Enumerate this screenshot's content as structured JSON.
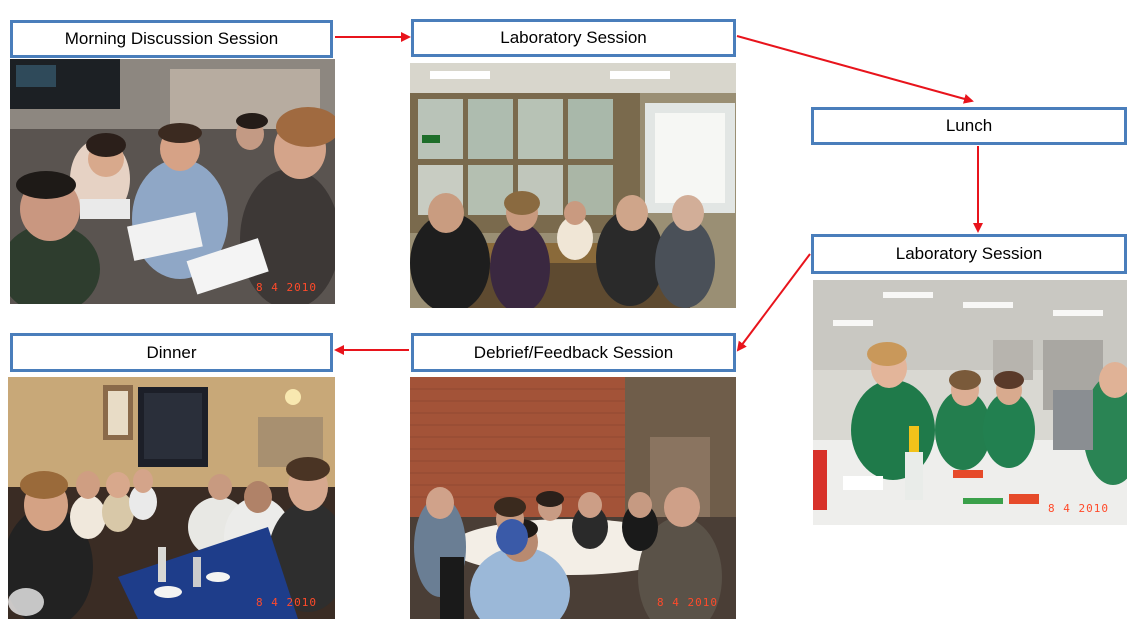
{
  "boxes": {
    "morning": "Morning Discussion Session",
    "lab1": "Laboratory Session",
    "lunch": "Lunch",
    "lab2": "Laboratory Session",
    "debrief": "Debrief/Feedback Session",
    "dinner": "Dinner"
  },
  "photos": {
    "morning": {
      "stamp": "8 4 2010"
    },
    "lab1": {
      "stamp": ""
    },
    "lab2": {
      "stamp": "8 4 2010"
    },
    "debrief": {
      "stamp": "8 4 2010"
    },
    "dinner": {
      "stamp": "8 4 2010"
    }
  },
  "colors": {
    "box_border": "#4a7ebb",
    "arrow": "#e8141c",
    "stamp": "#ff4a2a"
  }
}
